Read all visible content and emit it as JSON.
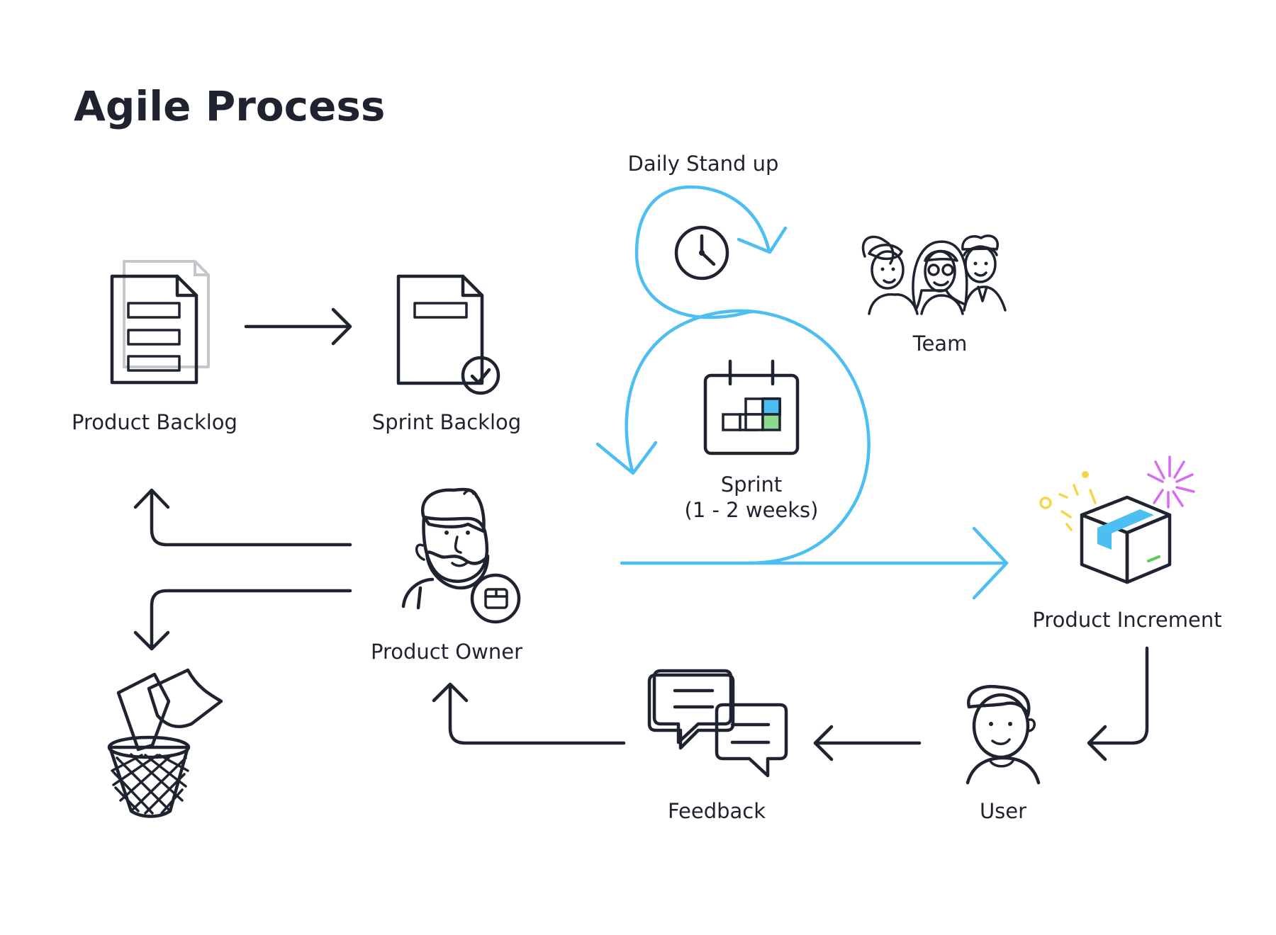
{
  "title": "Agile Process",
  "labels": {
    "product_backlog": "Product Backlog",
    "sprint_backlog": "Sprint Backlog",
    "daily_standup": "Daily Stand up",
    "team": "Team",
    "sprint_line1": "Sprint",
    "sprint_line2": "(1 - 2 weeks)",
    "product_owner": "Product Owner",
    "product_increment": "Product Increment",
    "feedback": "Feedback",
    "user": "User"
  },
  "colors": {
    "ink": "#1f2330",
    "accent_blue": "#4dbef1",
    "purple": "#7c6ff5",
    "green": "#8ed98f",
    "badge_green": "#5dc85c",
    "feedback_purple": "#d77cf0",
    "basket_yellow": "#f7d564",
    "spark_yellow": "#f6d54a",
    "spark_purple": "#d76cf2"
  },
  "icons": [
    "documents-icon",
    "document-check-icon",
    "clock-icon",
    "team-icon",
    "calendar-icon",
    "product-owner-icon",
    "box-icon",
    "chat-bubbles-icon",
    "user-icon",
    "trash-basket-icon"
  ]
}
